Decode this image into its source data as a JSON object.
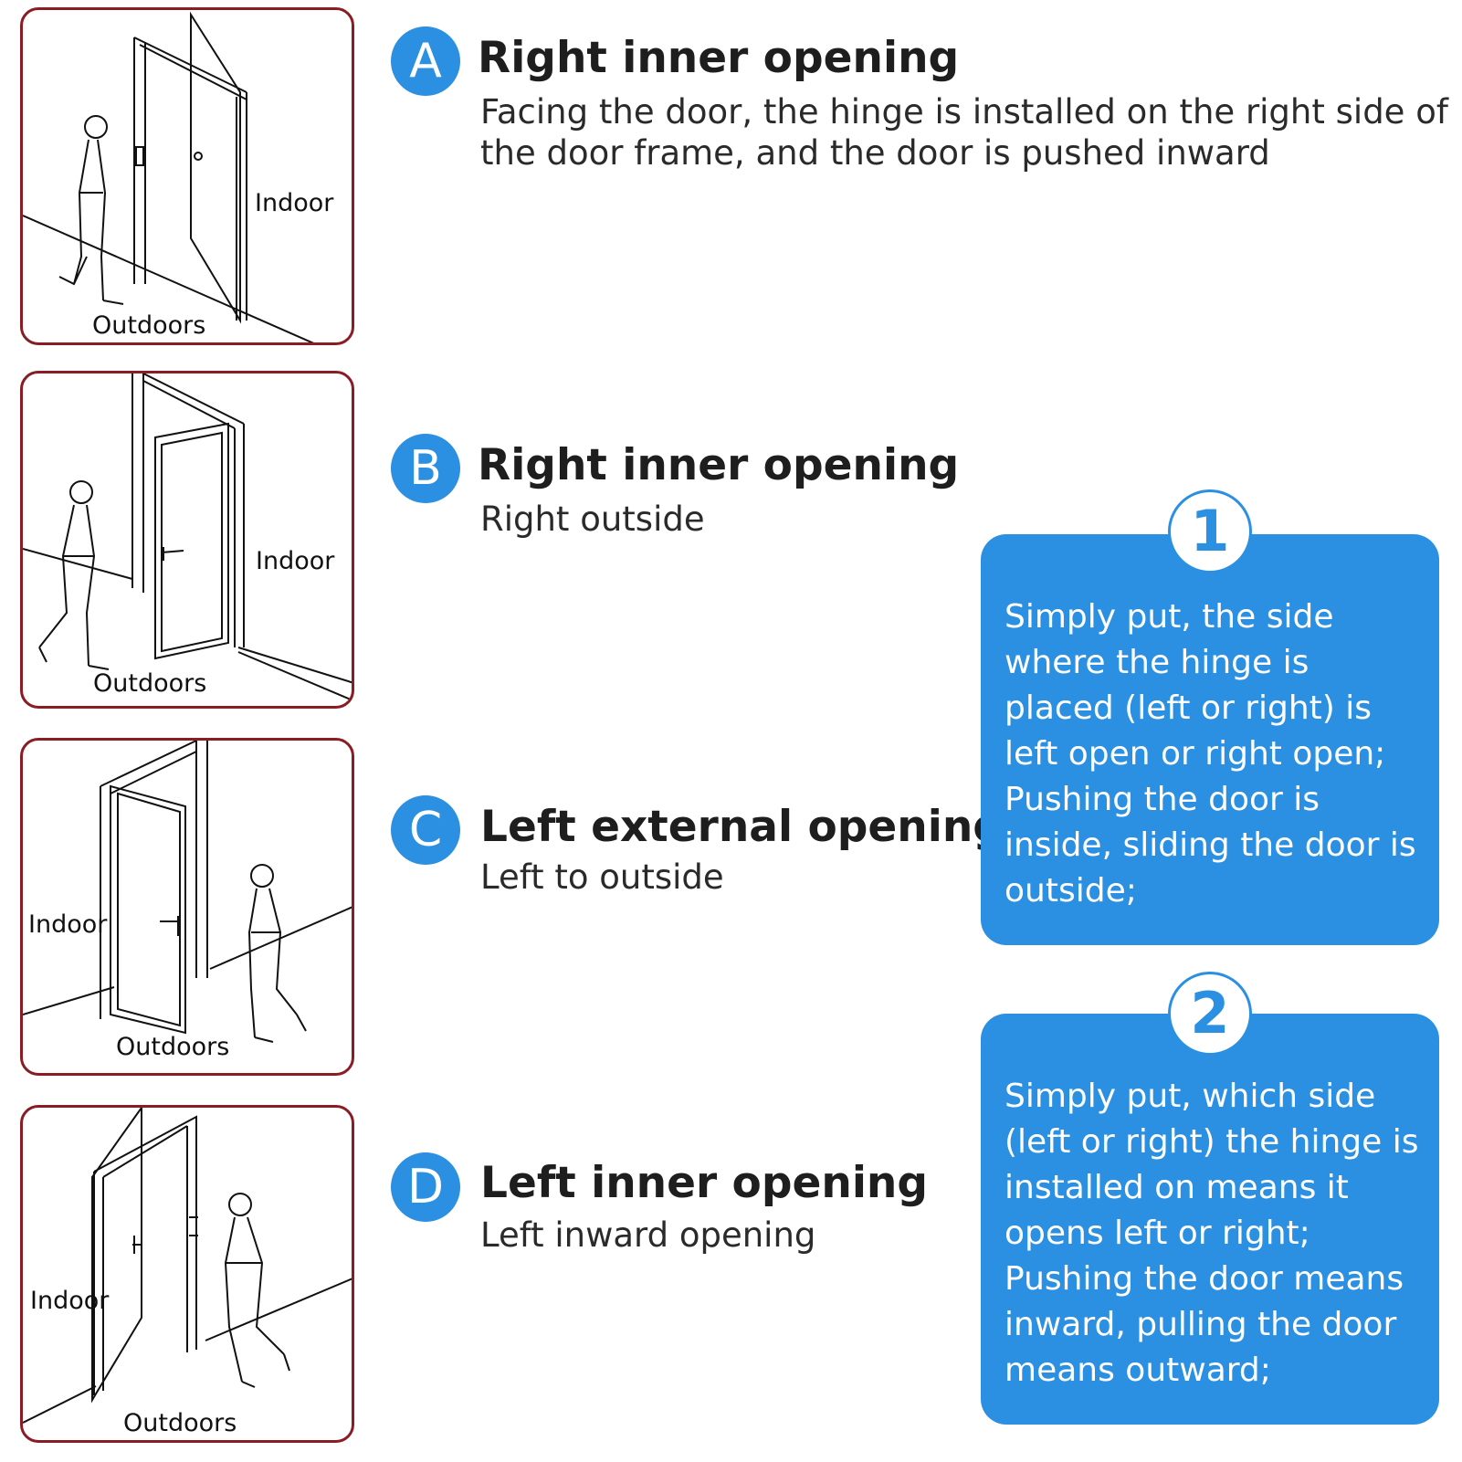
{
  "panels": [
    {
      "indoor": "Indoor",
      "outdoors": "Outdoors"
    },
    {
      "indoor": "Indoor",
      "outdoors": "Outdoors"
    },
    {
      "indoor": "Indoor",
      "outdoors": "Outdoors"
    },
    {
      "indoor": "Indoor",
      "outdoors": "Outdoors"
    }
  ],
  "items": [
    {
      "letter": "A",
      "title": "Right inner opening",
      "desc_line1": "Facing the door, the hinge is installed on the right side of",
      "desc_line2": "the door frame, and the door is pushed inward"
    },
    {
      "letter": "B",
      "title": "Right inner opening",
      "desc": "Right outside"
    },
    {
      "letter": "C",
      "title": "Left external opening",
      "desc": "Left to outside"
    },
    {
      "letter": "D",
      "title": "Left inner opening",
      "desc": "Left inward opening"
    }
  ],
  "notes": [
    {
      "number": "1",
      "lines": [
        "Simply put, the side",
        "where the hinge is",
        "placed (left or right) is",
        "left open or right open;",
        "Pushing the door is",
        "inside, sliding the door is",
        "outside;"
      ]
    },
    {
      "number": "2",
      "lines": [
        "Simply put, which side",
        "(left or right) the hinge is",
        "installed on means it",
        "opens left or right;",
        "Pushing the door means",
        "inward, pulling the door",
        "means outward;"
      ]
    }
  ],
  "colors": {
    "accent": "#2b8fe2",
    "panel_border": "#8a1c24"
  }
}
